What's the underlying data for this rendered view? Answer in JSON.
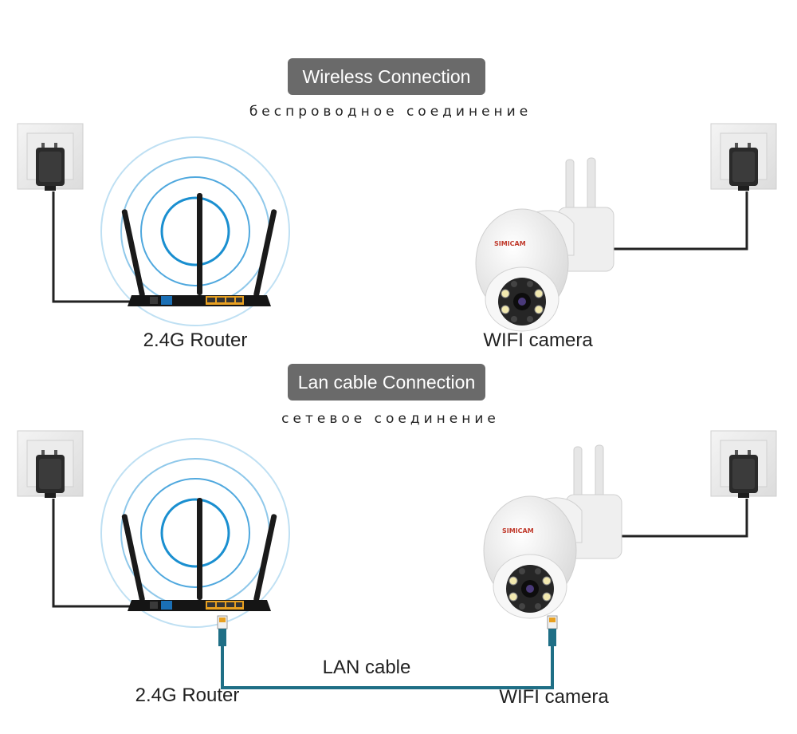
{
  "wireless": {
    "title": "Wireless Connection",
    "subtitle": "беспроводное соединение",
    "router_label": "2.4G Router",
    "camera_label": "WIFI camera"
  },
  "lan": {
    "title": "Lan cable Connection",
    "subtitle": "сетевое соединение",
    "router_label": "2.4G Router",
    "camera_label": "WIFI camera",
    "cable_label": "LAN cable"
  },
  "camera_brand": "SIMICAM",
  "colors": {
    "title_bg": "#6a6a6a",
    "wifi_ring": "#1a8fd0",
    "lan_cable": "#1f6f86",
    "router_port": "#e8a020"
  }
}
